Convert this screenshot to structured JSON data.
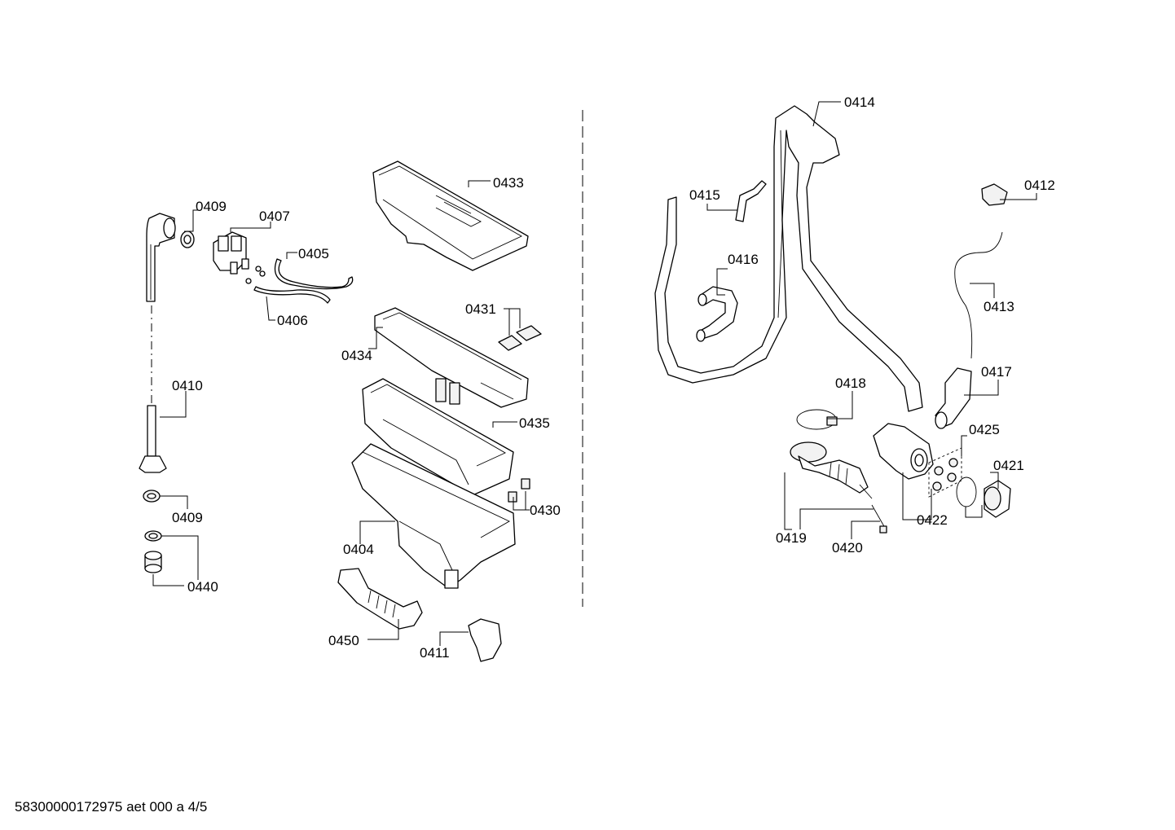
{
  "diagram": {
    "labels": {
      "p0409a": "0409",
      "p0407": "0407",
      "p0405": "0405",
      "p0406": "0406",
      "p0410": "0410",
      "p0409b": "0409",
      "p0440": "0440",
      "p0433": "0433",
      "p0431": "0431",
      "p0434": "0434",
      "p0435": "0435",
      "p0430": "0430",
      "p0404": "0404",
      "p0450": "0450",
      "p0411": "0411",
      "p0414": "0414",
      "p0415": "0415",
      "p0416": "0416",
      "p0412": "0412",
      "p0413": "0413",
      "p0417": "0417",
      "p0418": "0418",
      "p0425": "0425",
      "p0421": "0421",
      "p0422": "0422",
      "p0419": "0419",
      "p0420": "0420"
    }
  },
  "footer": {
    "document_id": "58300000172975 aet 000 a 4/5"
  }
}
